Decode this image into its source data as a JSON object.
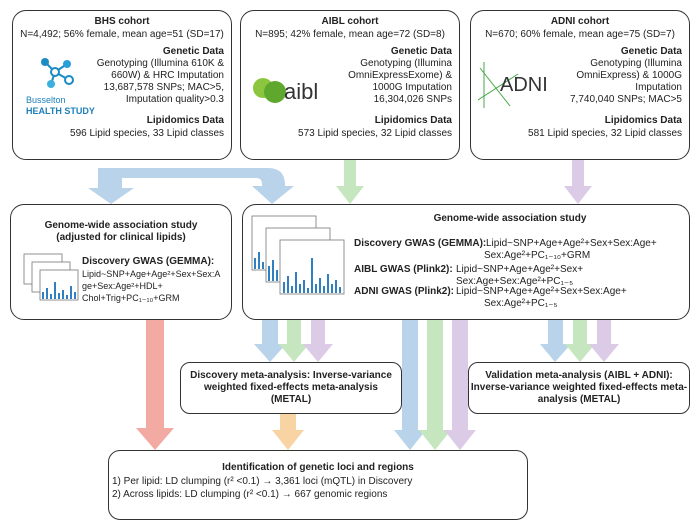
{
  "cohorts": [
    {
      "title": "BHS cohort",
      "stats": "N=4,492; 56% female, mean age=51 (SD=17)",
      "genetic_heading": "Genetic Data",
      "genetic_lines": [
        "Genotyping (Illumina 610K &",
        "660W) & HRC Imputation",
        "13,687,578 SNPs; MAC>5,",
        "Imputation quality>0.3"
      ],
      "lipid_heading": "Lipidomics Data",
      "lipid_line": "596 Lipid species, 33 Lipid classes",
      "logo_lines": [
        "Busselton",
        "HEALTH STUDY"
      ]
    },
    {
      "title": "AIBL cohort",
      "stats": "N=895; 42% female, mean age=72 (SD=8)",
      "genetic_heading": "Genetic Data",
      "genetic_lines": [
        "Genotyping (Illumina",
        "OmniExpressExome) &",
        "1000G Imputation",
        "16,304,026 SNPs"
      ],
      "lipid_heading": "Lipidomics Data",
      "lipid_line": "573 Lipid species, 32 Lipid classes",
      "logo_text": "aibl"
    },
    {
      "title": "ADNI cohort",
      "stats": "N=670; 60% female, mean age=75 (SD=7)",
      "genetic_heading": "Genetic Data",
      "genetic_lines": [
        "Genotyping (Illumina",
        "OmniExpress) & 1000G",
        "Imputation",
        "7,740,040 SNPs; MAC>5"
      ],
      "lipid_heading": "Lipidomics Data",
      "lipid_line": "581 Lipid species, 32 Lipid classes",
      "logo_text": "ADNI"
    }
  ],
  "gwas_left": {
    "title_lines": [
      "Genome-wide association study",
      "(adjusted for clinical lipids)"
    ],
    "label": "Discovery GWAS (GEMMA):",
    "lines": [
      "Lipid~SNP+Age+Age²+Sex+Sex:A",
      "ge+Sex:Age²+HDL+",
      "Chol+Trig+PC₁₋₁₀+GRM"
    ]
  },
  "gwas_right": {
    "title": "Genome-wide association study",
    "items": [
      {
        "label": "Discovery GWAS (GEMMA):",
        "lines": [
          "Lipid~SNP+Age+Age²+Sex+Sex:Age+",
          "Sex:Age²+PC₁₋₁₀+GRM"
        ]
      },
      {
        "label": "AIBL GWAS (Plink2):",
        "lines": [
          "Lipid~SNP+Age+Age²+Sex+",
          "Sex:Age+Sex:Age²+PC₁₋₅"
        ]
      },
      {
        "label": "ADNI GWAS (Plink2):",
        "lines": [
          "Lipid~SNP+Age+Age²+Sex+Sex:Age+",
          "Sex:Age²+PC₁₋₅"
        ]
      }
    ]
  },
  "discovery_meta": {
    "lines": [
      "Discovery meta-analysis: Inverse-variance",
      "weighted fixed-effects meta-analysis",
      "(METAL)"
    ]
  },
  "validation_meta": {
    "lines": [
      "Validation meta-analysis (AIBL + ADNI):",
      "Inverse-variance weighted fixed-effects meta-",
      "analysis (METAL)"
    ]
  },
  "identification": {
    "title": "Identification of genetic loci and regions",
    "lines": [
      "1) Per lipid: LD clumping (r² <0.1) → 3,361 loci (mQTL) in Discovery",
      "2) Across lipids: LD clumping (r² <0.1) → 667 genomic regions"
    ]
  },
  "colors": {
    "bhs": "#b9d3ea",
    "aibl": "#c6e6bf",
    "adni": "#dccbe6",
    "red": "#f3aaa3",
    "orange": "#f8d3a4",
    "border": "#333333"
  }
}
